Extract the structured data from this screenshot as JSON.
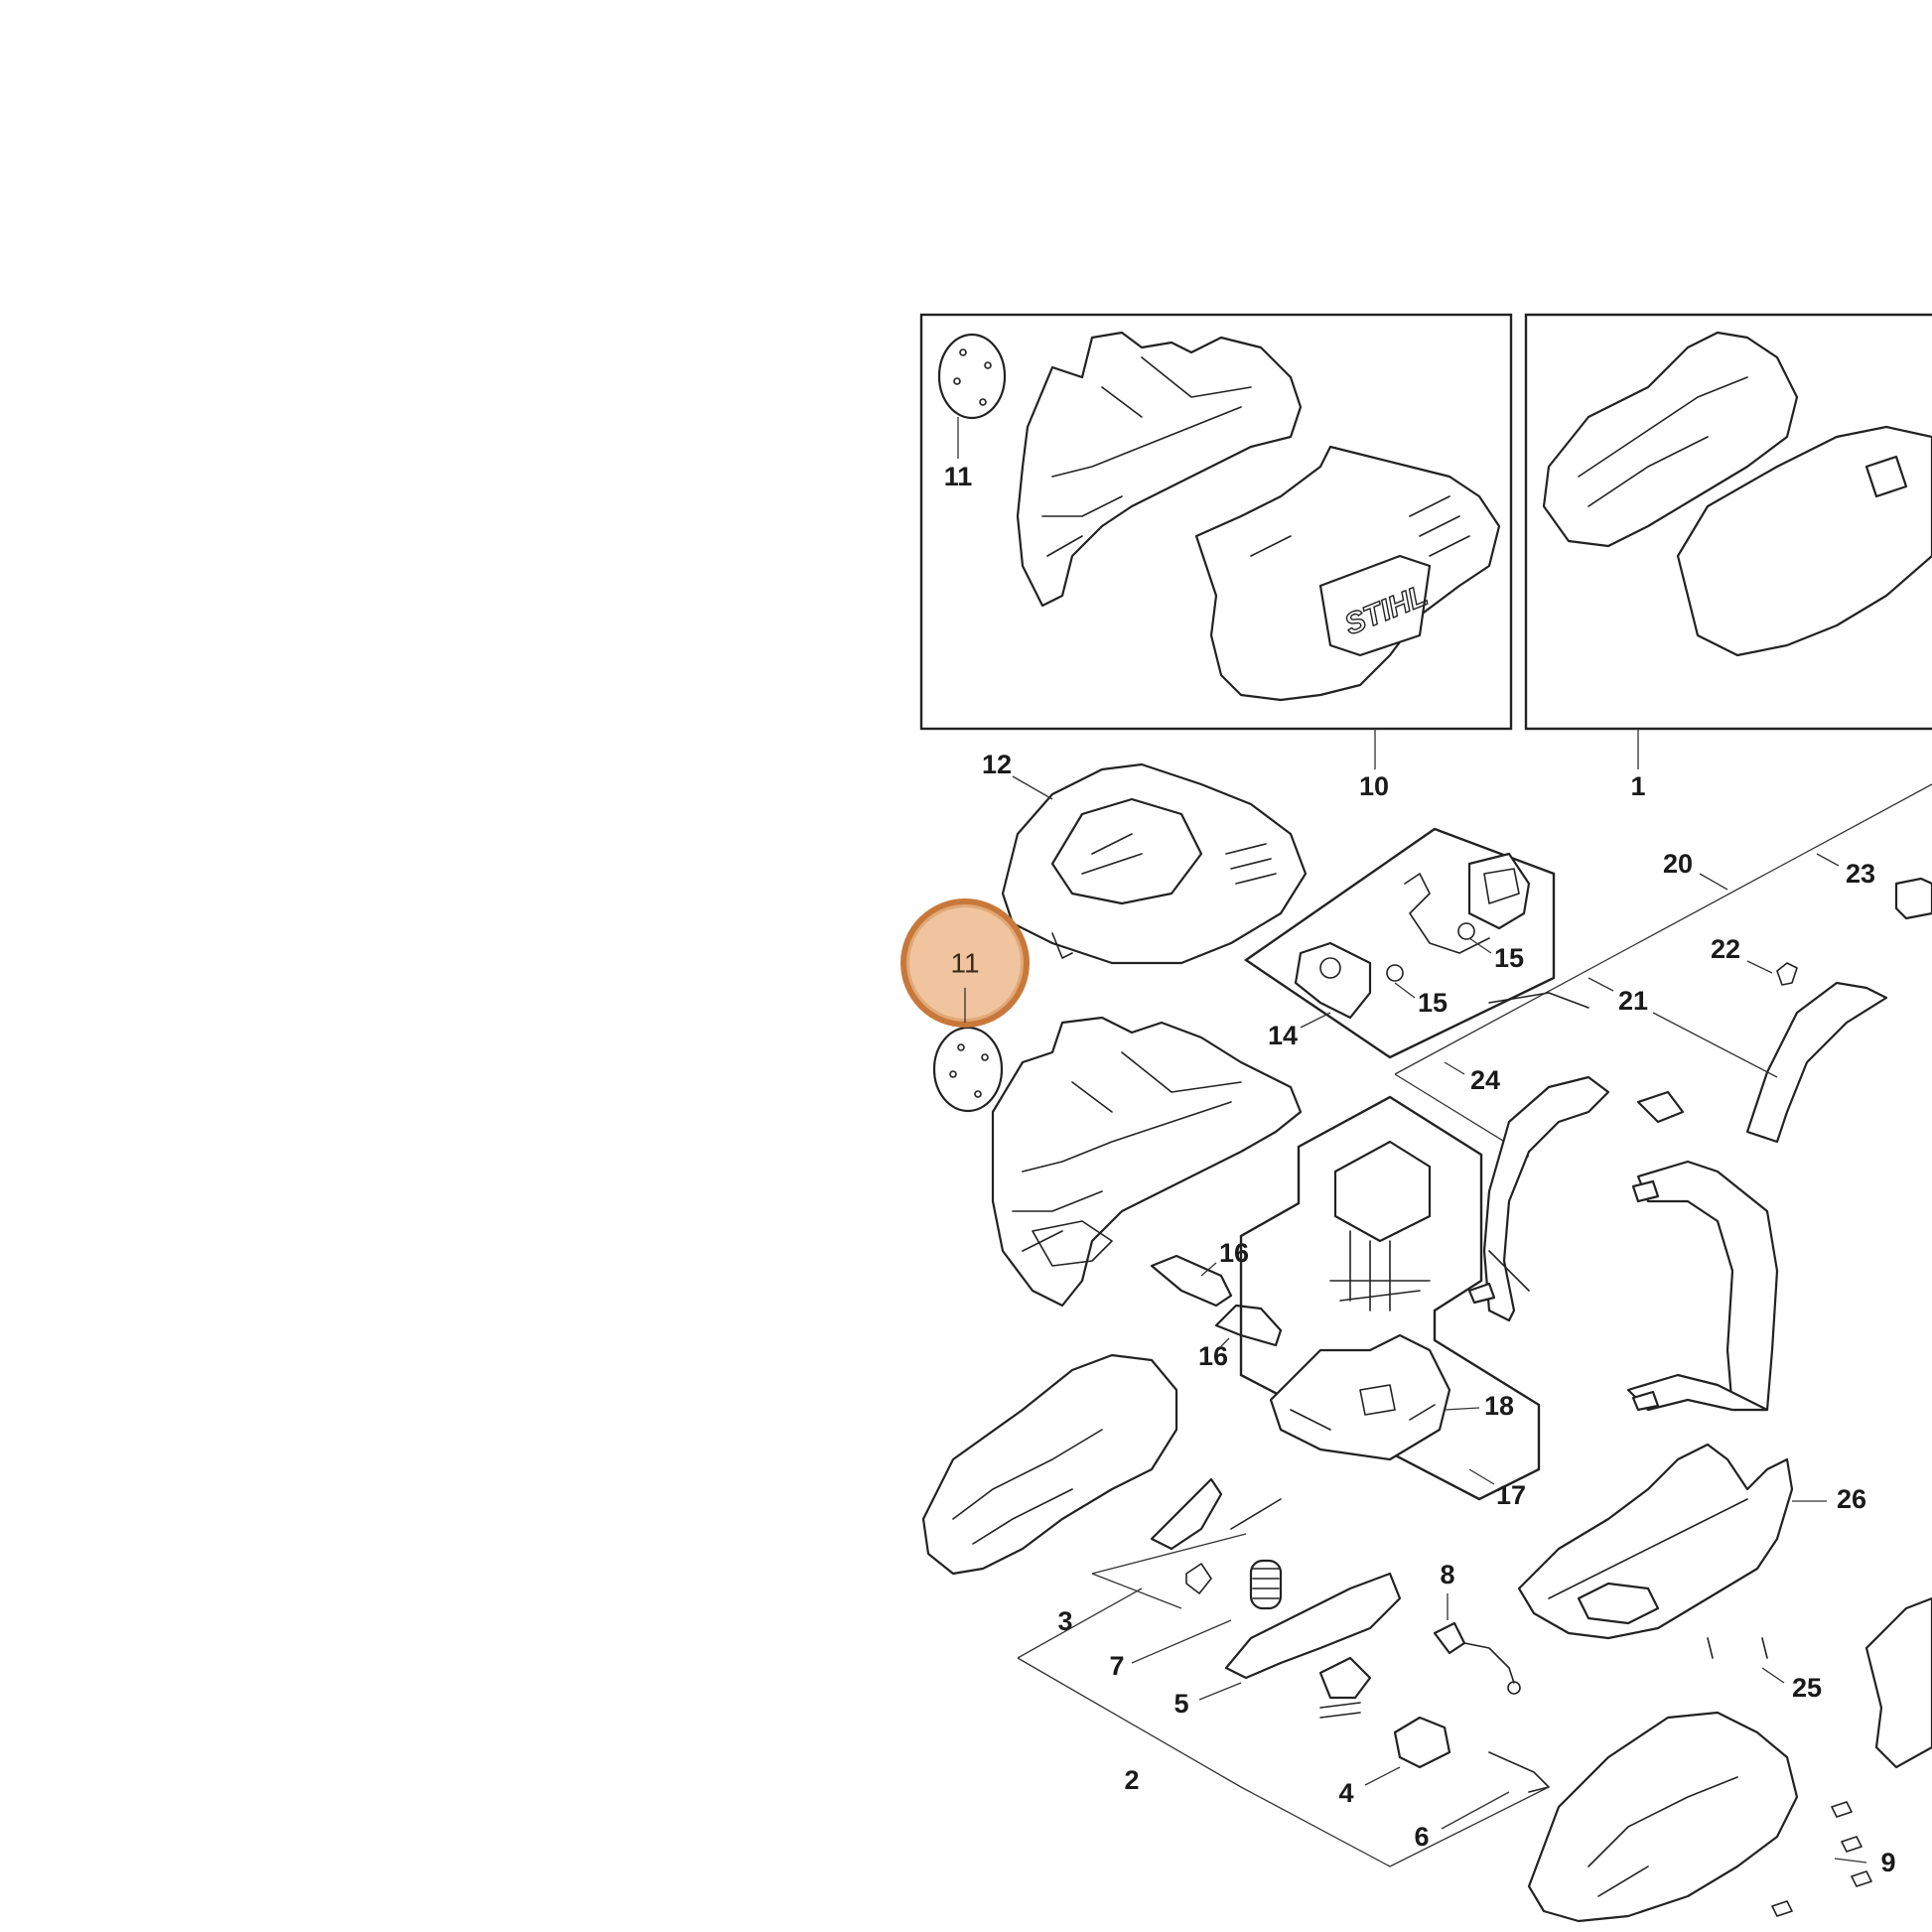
{
  "diagram": {
    "brand_text": "STIHL",
    "highlight": {
      "label": "11",
      "color": "#e2a877",
      "border_color": "#c8793a"
    },
    "callouts": [
      "1",
      "2",
      "3",
      "4",
      "5",
      "6",
      "7",
      "8",
      "9",
      "10",
      "11",
      "12",
      "14",
      "15",
      "15",
      "16",
      "16",
      "17",
      "18",
      "20",
      "21",
      "22",
      "23",
      "24",
      "25",
      "26"
    ]
  }
}
